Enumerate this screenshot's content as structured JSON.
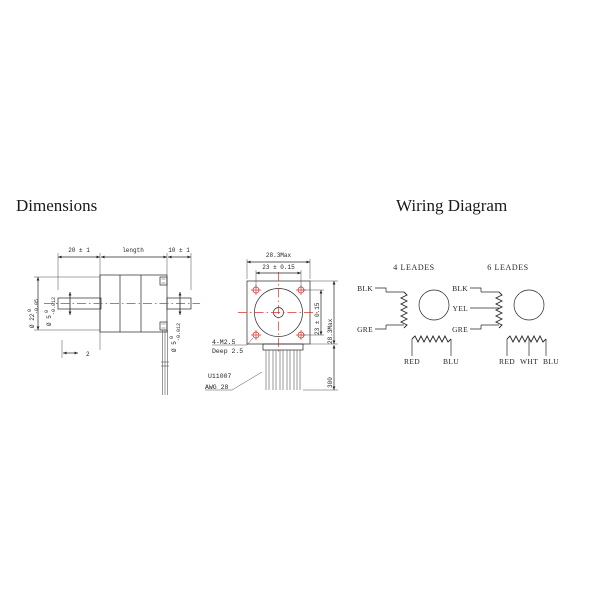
{
  "page": {
    "background": "#ffffff",
    "line_color": "#262626",
    "centerline_color": "#e03030"
  },
  "sections": {
    "dimensions": {
      "title": "Dimensions"
    },
    "wiring": {
      "title": "Wiring Diagram"
    }
  },
  "side_view": {
    "labels": {
      "front_shaft_length": "20 ± 1",
      "body_length": "length",
      "rear_shaft_length": "10 ± 1",
      "body_diameter": "Ø 22",
      "body_diameter_tol_upper": "0",
      "body_diameter_tol_lower": "-0.05",
      "shaft_diameter_front": "Ø 5",
      "shaft_diameter_front_tol_upper": "0",
      "shaft_diameter_front_tol_lower": "-0.012",
      "shaft_diameter_rear": "Ø 5",
      "shaft_diameter_rear_tol_upper": "0",
      "shaft_diameter_rear_tol_lower": "-0.012",
      "flat_depth": "2"
    }
  },
  "front_view": {
    "labels": {
      "face_width": "28.3Max",
      "hole_pitch_horizontal": "23 ± 0.15",
      "hole_pitch_vertical": "23 ± 0.15",
      "face_height": "28.3Max",
      "lead_length": "300",
      "mounting_holes": "4-M2.5",
      "mounting_holes_depth": "Deep 2.5",
      "wire_type": "U11007",
      "wire_gauge": "AWG  28"
    }
  },
  "wiring_diagram": {
    "four_leads": {
      "title": "4  LEADES",
      "labels": [
        "BLK",
        "GRE",
        "RED",
        "BLU"
      ]
    },
    "six_leads": {
      "title": "6  LEADES",
      "labels": [
        "BLK",
        "YEL",
        "GRE",
        "RED",
        "WHT",
        "BLU"
      ]
    }
  }
}
